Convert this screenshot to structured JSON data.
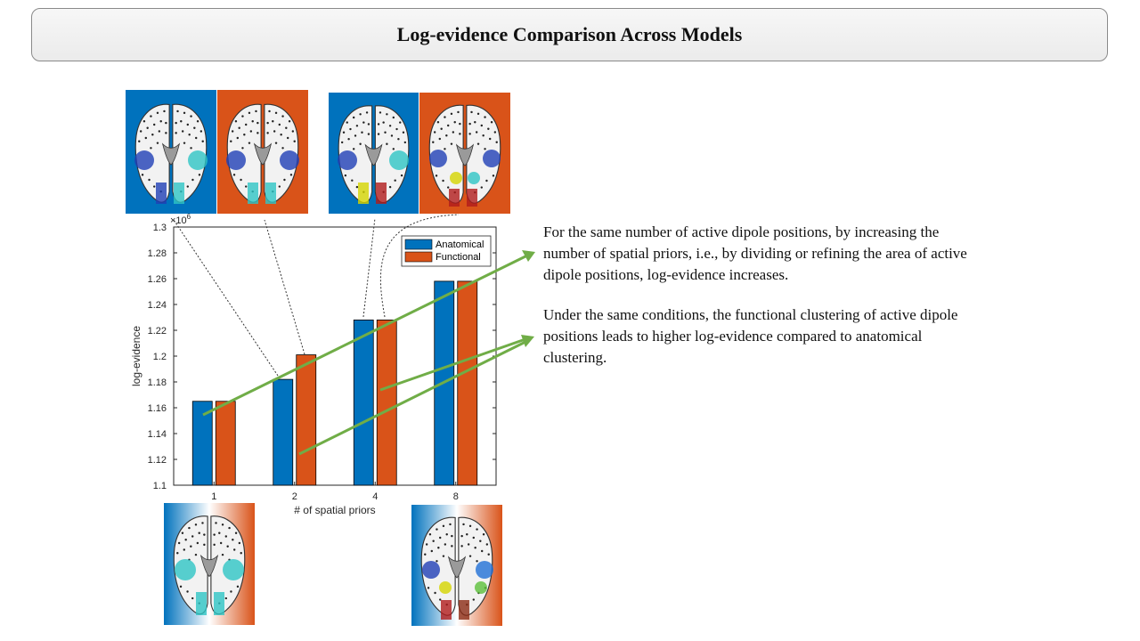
{
  "title": "Log-evidence Comparison Across Models",
  "annotations": [
    "For the same number of active dipole positions, by increasing the number of spatial priors, i.e., by dividing or refining the area of active dipole positions, log-evidence increases.",
    "Under the same conditions, the functional clustering of active dipole positions leads to higher log-evidence compared to anatomical clustering."
  ],
  "chart_data": {
    "type": "bar",
    "categories": [
      "1",
      "2",
      "4",
      "8"
    ],
    "series": [
      {
        "name": "Anatomical",
        "values": [
          1.165,
          1.182,
          1.228,
          1.258
        ],
        "color": "#0072BD"
      },
      {
        "name": "Functional",
        "values": [
          1.165,
          1.201,
          1.228,
          1.258
        ],
        "color": "#D95319"
      }
    ],
    "xlabel": "# of spatial priors",
    "ylabel": "log-evidence",
    "ylim": [
      1.1,
      1.3
    ],
    "yticks": [
      "1.1",
      "1.12",
      "1.14",
      "1.16",
      "1.18",
      "1.2",
      "1.22",
      "1.24",
      "1.26",
      "1.28",
      "1.3"
    ],
    "exponent_base": "×10",
    "exponent_power": "6",
    "legend_position": "top-right",
    "grid": false
  },
  "colors": {
    "anatomical": "#0072BD",
    "functional": "#D95319",
    "arrow": "#70AD47"
  },
  "icons": [
    "brain-topview-icon"
  ]
}
